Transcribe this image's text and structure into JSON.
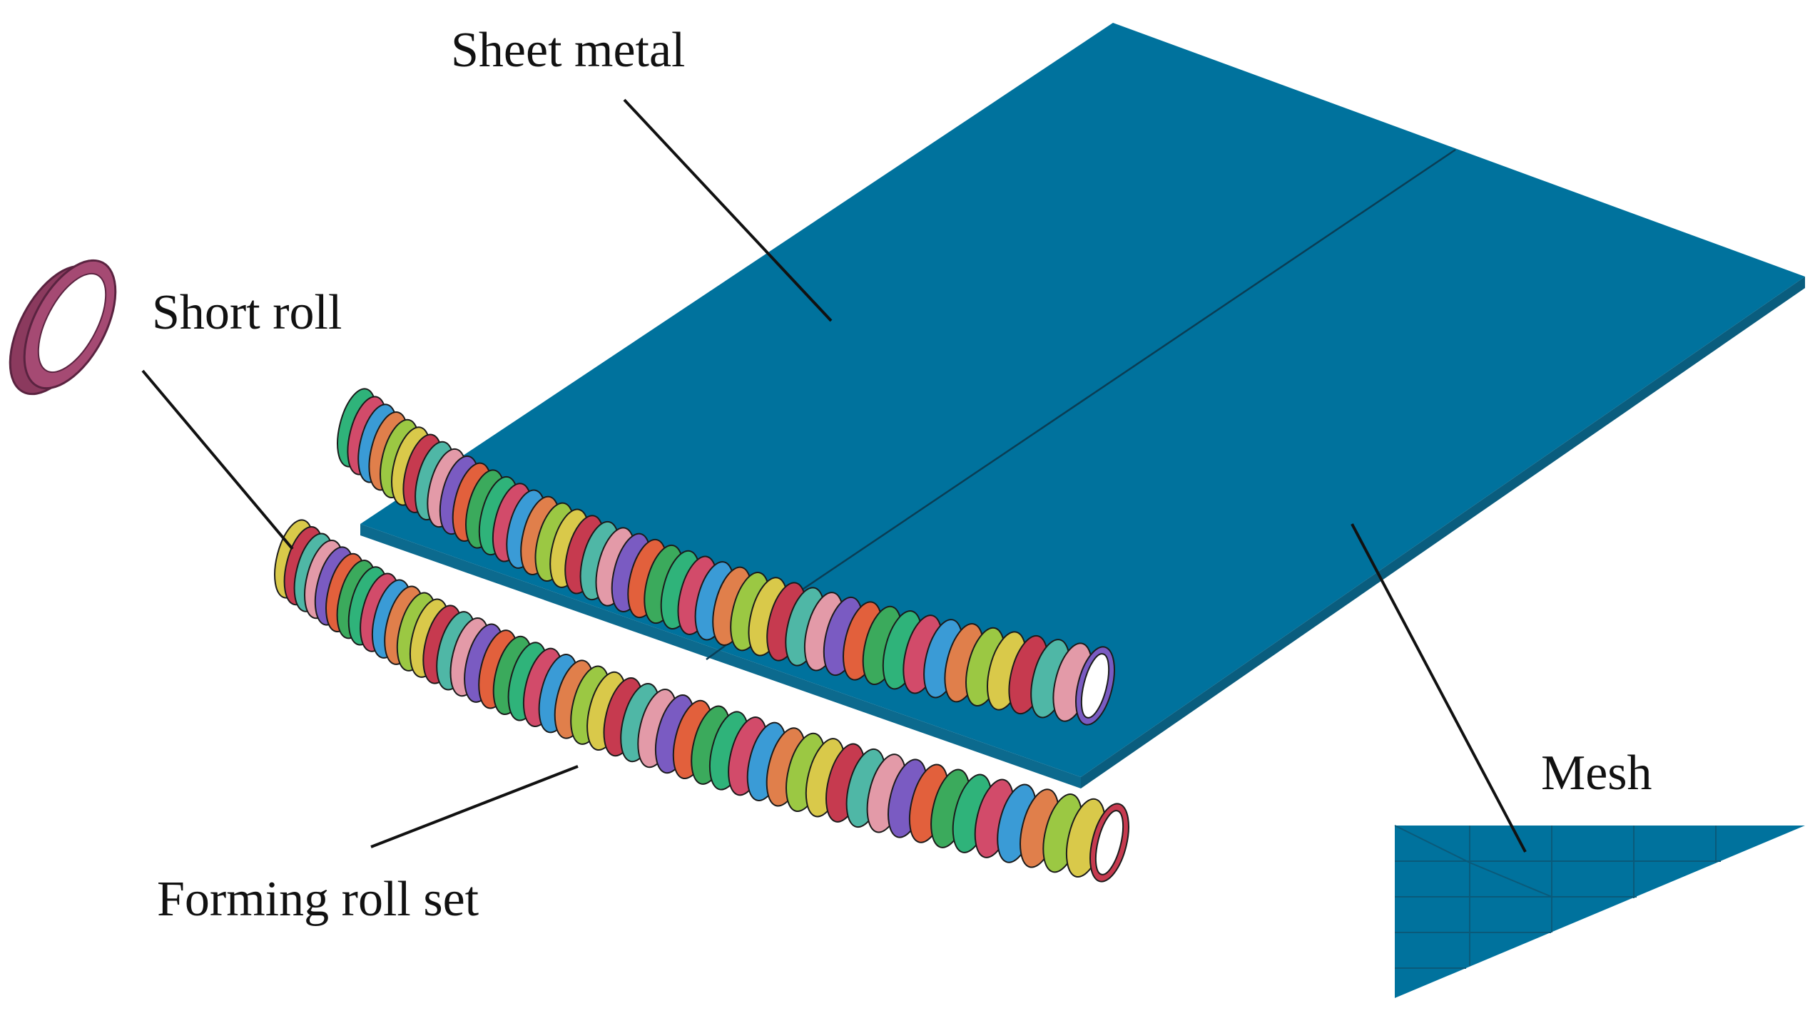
{
  "labels": {
    "sheet_metal": "Sheet metal",
    "short_roll": "Short roll",
    "forming_roll_set": "Forming roll set",
    "mesh": "Mesh"
  },
  "colors": {
    "sheet_top": "#00729D",
    "sheet_edge_side": "#0A5D7E",
    "sheet_edge_front": "#0C6A8E",
    "short_roll": "#8B3A5E",
    "leader": "#111111"
  },
  "roll_palette": [
    "#2FB37A",
    "#D24B6A",
    "#3A9BD6",
    "#E07F4B",
    "#9BC843",
    "#D9C94A",
    "#C63A4F",
    "#4FB7A6",
    "#E39AA8",
    "#7A5BC2",
    "#E2603C",
    "#3BAA5C"
  ],
  "roll_set": {
    "upper_ring_count": 46,
    "lower_ring_count": 50
  }
}
